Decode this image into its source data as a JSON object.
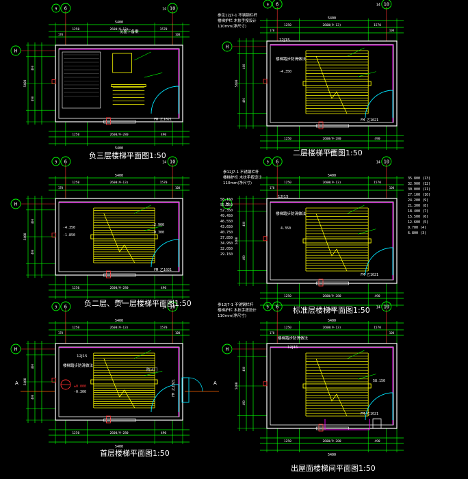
{
  "axis_labels": {
    "left_grid": "6",
    "left_grid_sub": "9",
    "right_grid": "10",
    "right_grid_sub": "14",
    "row_grid": "H"
  },
  "dimensions": {
    "overall_width": "5400",
    "left_seg": "1250",
    "mid_seg": "2600(9-13)",
    "right_seg": "1570",
    "left_small": "170",
    "right_small": "100",
    "flight": "2600/9-280",
    "stair_width": "1250",
    "end_right": "490",
    "end_left": "400"
  },
  "panels": [
    {
      "id": "b3",
      "title": "负三层楼梯平面图1:50",
      "door_tag": "FM 乙1021",
      "level_labels": [],
      "notes": [
        "见图下备案"
      ]
    },
    {
      "id": "f2",
      "title": "二层楼梯平面图1:50",
      "door_tag": "FM 乙1021",
      "level_labels": [
        "-4.350"
      ],
      "notes": [
        "参见12J7-1 不锈钢栏杆",
        "楼梯护栏 木扶手按设计",
        "110mm(净尺寸)",
        "12J15",
        "楼梯踏步防滑做法"
      ]
    },
    {
      "id": "b2b1",
      "title": "负二层、负一层楼梯平面图1:50",
      "door_tag": "FM 乙1021",
      "level_labels": [
        "-4.350",
        "-1.850",
        "-2.900",
        "-0.300"
      ],
      "notes": []
    },
    {
      "id": "std",
      "title": "标准层楼梯平面图1:50",
      "door_tag": "FM 乙1021",
      "level_labels": [
        "58.150",
        "55.250",
        "52.350",
        "49.450",
        "46.550",
        "43.650",
        "40.750",
        "37.850",
        "34.950",
        "32.050",
        "29.150",
        "4.350"
      ],
      "right_table": [
        "35.800 (13)",
        "32.900 (12)",
        "30.000 (11)",
        "27.100 (10)",
        "24.200 (9)",
        "21.300 (8)",
        "18.400 (7)",
        "15.500 (6)",
        "12.600 (5)",
        "9.700 (4)",
        "6.800 (3)"
      ],
      "notes": [
        "参12J7-1 不锈钢栏杆",
        "楼梯护栏 木扶手按设计",
        "110mm(净尺寸)",
        "12J15",
        "楼梯踏步防滑做法"
      ]
    },
    {
      "id": "f1",
      "title": "首层楼梯平面图1:50",
      "door_tag": "FM 乙1021",
      "level_labels": [
        "±0.000",
        "-0.300"
      ],
      "section_mark": "A",
      "notes": [
        "12J15",
        "楼梯踏步防滑做法",
        "防火门"
      ]
    },
    {
      "id": "roof",
      "title": "出屋面楼梯间平面图1:50",
      "door_tag": "FM 乙1021",
      "level_labels": [
        "58.150"
      ],
      "notes": [
        "参12J7-1 不锈钢栏杆",
        "楼梯护栏 木扶手按设计",
        "110mm(净尺寸)",
        "楼梯踏步防滑做法",
        "12J15"
      ]
    }
  ],
  "colors": {
    "wall": "#ffffff",
    "dim": "#00ff00",
    "stair": "#ffff00",
    "axis": "#ff3030",
    "door": "#00e5ff",
    "boundary": "#ff00ff",
    "accent": "#ff6600"
  }
}
